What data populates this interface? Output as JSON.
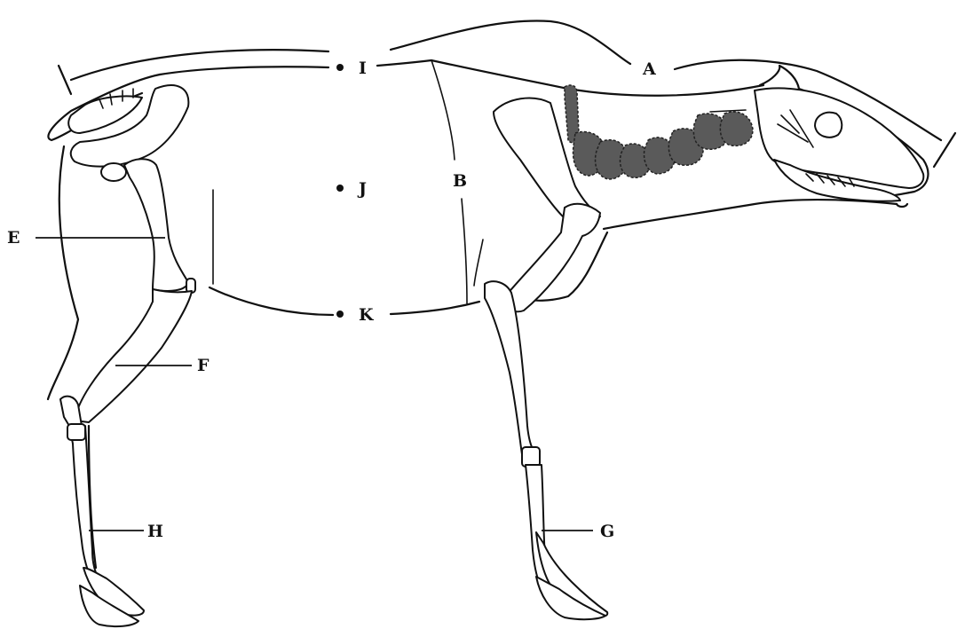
{
  "labels": {
    "A": "A",
    "B": "B",
    "E": "E",
    "F": "F",
    "G": "G",
    "H": "H",
    "I": "I",
    "J": "J",
    "K": "K"
  }
}
